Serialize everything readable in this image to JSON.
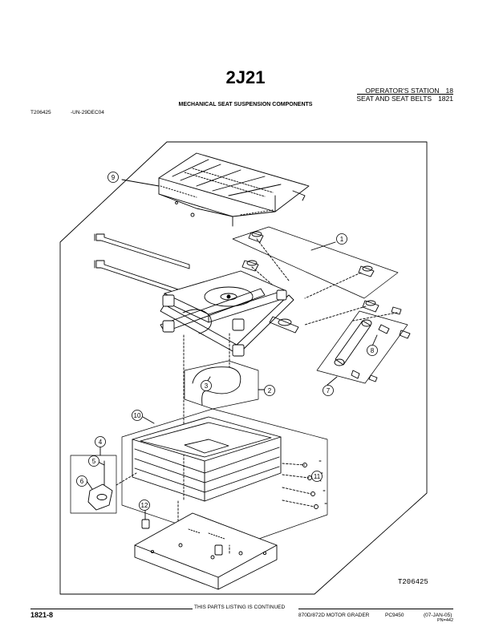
{
  "header": {
    "title": "2J21",
    "section_name": "OPERATOR'S STATION",
    "section_number": "18",
    "subsection_name": "SEAT AND SEAT BELTS",
    "subsection_number": "1821",
    "caption": "MECHANICAL SEAT SUSPENSION COMPONENTS",
    "figure_id": "T206425",
    "figure_date": "-UN-29DEC04"
  },
  "diagram": {
    "watermark_id": "T206425",
    "callouts": [
      "1",
      "2",
      "3",
      "4",
      "5",
      "6",
      "7",
      "8",
      "9",
      "10",
      "11",
      "12"
    ]
  },
  "footer": {
    "page_number": "1821-8",
    "continued": "THIS PARTS LISTING IS CONTINUED",
    "model": "870D/872D MOTOR GRADER",
    "pc": "PC9450",
    "date": "(07-JAN-05)",
    "pn": "PN=442"
  }
}
